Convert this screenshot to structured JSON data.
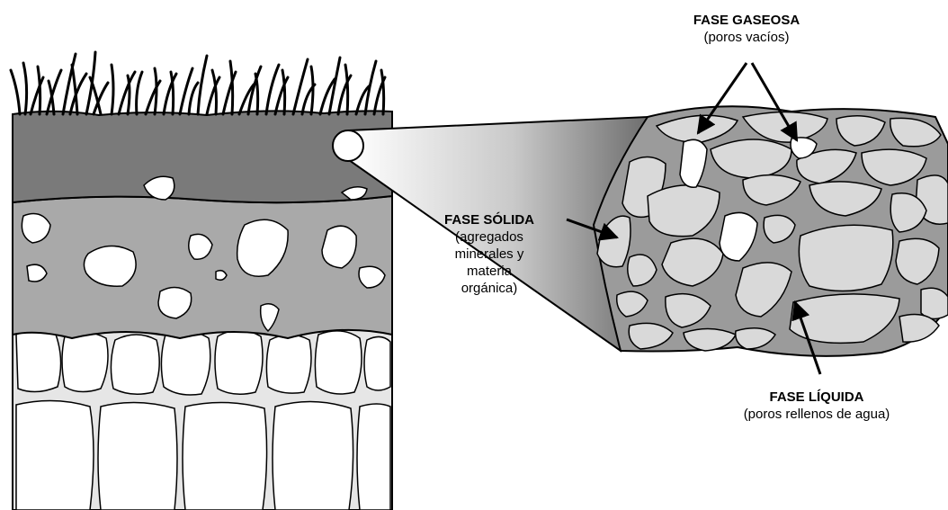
{
  "labels": {
    "gas": {
      "title": "FASE GASEOSA",
      "sub": "(poros vacíos)"
    },
    "solid": {
      "title": "FASE SÓLIDA",
      "sub_lines": [
        "(agregados",
        "minerales y",
        "materia",
        "orgánica)"
      ]
    },
    "liquid": {
      "title": "FASE LÍQUIDA",
      "sub": "(poros rellenos de agua)"
    }
  },
  "colors": {
    "topsoil": "#7a7a7a",
    "subsoil": "#a9a9a9",
    "bedrock_fill": "#e6e6e6",
    "pore_fill": "#9b9b9b",
    "aggregate_fill": "#d9d9d9",
    "outline": "#000000"
  }
}
